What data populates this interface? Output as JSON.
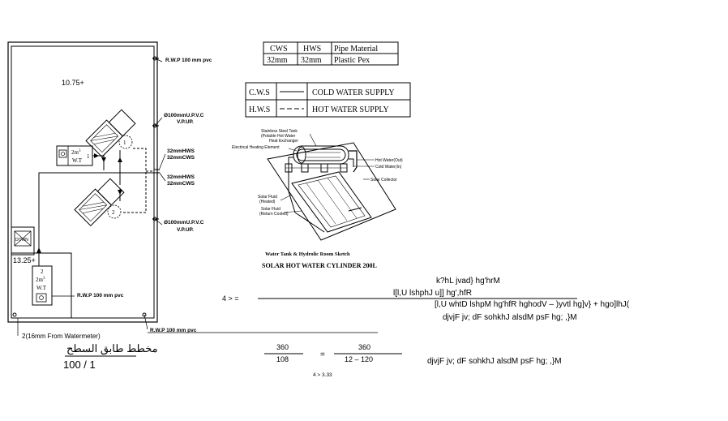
{
  "plan": {
    "level_top": "10.75+",
    "level_bottom": "13.25+",
    "tank1_area": "2m",
    "tank1_sup": "3",
    "tank1_code": "W.T",
    "tank1_num": "1",
    "tank2_num": "2",
    "tank2_area": "2m",
    "tank2_sup": "3",
    "tank2_code": "W.T",
    "collector1_num": "1",
    "collector2_num": "2",
    "stair_label": "DOWN",
    "rwp_top": "R.W.P 100 mm pvc",
    "upvc_top": "Ø100mmU.P.V.C",
    "vp_top": "V.P.UP.",
    "hws_top": "32mmHWS",
    "cws_top": "32mmCWS",
    "hws_mid": "32mmHWS",
    "cws_mid": "32mmCWS",
    "upvc_bottom": "Ø100mmU.P.V.C",
    "vp_bottom": "V.P.UP.",
    "rwp_mid": "R.W.P 100 mm pvc",
    "rwp_bottom": "R.W.P 100 mm pvc",
    "watermeter_note": "2(16mm From Watermeter)",
    "title_arabic": "مخطط طابق السطح",
    "scale": "100 / 1"
  },
  "pipe_table": {
    "headers": [
      "CWS",
      "HWS",
      "Pipe Material"
    ],
    "row": [
      "32mm",
      "32mm",
      "Plastic Pex"
    ]
  },
  "legend": {
    "rows": [
      {
        "code": "C.W.S",
        "label": "COLD WATER SUPPLY"
      },
      {
        "code": "H.W.S",
        "label": "HOT WATER SUPPLY"
      }
    ]
  },
  "sketch": {
    "tank_label_1": "Stainless Steel Tank",
    "tank_label_2": "(Potable Hot Water",
    "tank_label_3": "Heat Exchanger",
    "heating_label": "Electrical Heating Element",
    "hot_out": "Hot Water(Out)",
    "cold_in": "Cold Water(In)",
    "collector": "Solar Collector",
    "fluid_1": "Solar Fluid",
    "fluid_2": "(Heated)",
    "fluid_3": "Solar Fluid",
    "fluid_4": "(Return Cooled)",
    "caption": "Water Tank & Hydrolic Room Sketch",
    "title": "SOLAR HOT WATER CYLINDER 200L"
  },
  "calc": {
    "eq_left": "4 > =",
    "line1": "k?hL  jvad}  hg'hrM",
    "line2": "l[l,U  lshphJ  u]]  hg',hfR",
    "line3": "[l,U  whtD  lshpM    hg'hfR  hghodV  –     )yvtl  hg]v}     +     hgo]lhJ(",
    "line4": "djvjF  jv; dF  sohkhJ  alsdM  psF  hg; ,}M",
    "frac1_num": "360",
    "frac1_den": "108",
    "equals": "=",
    "frac2_num": "360",
    "frac2_den": "12  –  120",
    "line5": "djvjF  jv; dF  sohkhJ  alsdM  psF  hg; ,}M",
    "result": "4 > 3.33"
  }
}
